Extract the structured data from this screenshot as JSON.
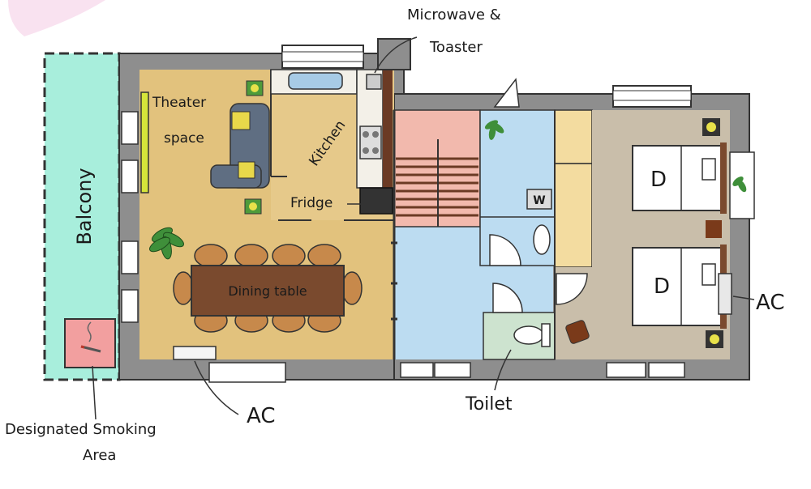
{
  "labels": {
    "balcony": "Balcony",
    "theater_line1": "Theater",
    "theater_line2": "space",
    "kitchen": "Kitchen",
    "fridge": "Fridge",
    "dining_table": "Dining table",
    "microwave_line1": "Microwave &",
    "microwave_line2": "Toaster",
    "washer": "W",
    "bed_1": "D",
    "bed_2": "D",
    "ac_right": "AC",
    "ac_bottom": "AC",
    "toilet": "Toilet",
    "smoking_line1": "Designated Smoking",
    "smoking_line2": "Area"
  },
  "colors": {
    "wall": "#8e8e8e",
    "balcony": "#a8eedc",
    "living_floor": "#e2c27d",
    "hallway": "#bcdcf1",
    "stairs": "#f2b9ad",
    "bedroom_floor": "#c9beaa",
    "closet": "#f3dca0",
    "toilet_floor": "#cde3cf",
    "smoking_area": "#f29f9f",
    "wood": "#7a4a2e",
    "chair": "#c7894b",
    "sofa": "#5f6e82",
    "tv": "#d6e53a"
  }
}
